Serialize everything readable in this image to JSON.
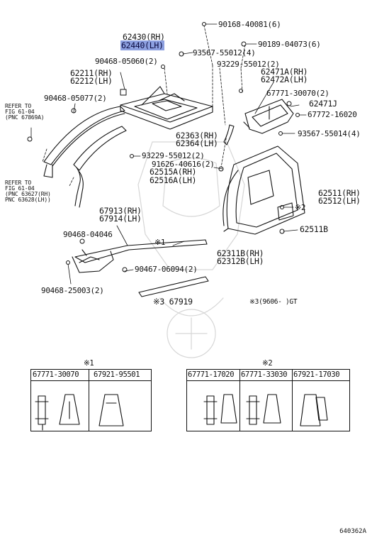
{
  "diagram_id": "640362A",
  "callouts": [
    {
      "id": "c1",
      "text": "90168-40081(6)"
    },
    {
      "id": "c2",
      "text": "62430(RH)"
    },
    {
      "id": "c3",
      "text": "62440(LH)",
      "highlight": true
    },
    {
      "id": "c4",
      "text": "90189-04073(6)"
    },
    {
      "id": "c5",
      "text": "93567-55012(4)"
    },
    {
      "id": "c6",
      "text": "90468-05060(2)"
    },
    {
      "id": "c7",
      "text": "93229-55012(2)"
    },
    {
      "id": "c8",
      "text": "62211(RH)"
    },
    {
      "id": "c9",
      "text": "62212(LH)"
    },
    {
      "id": "c10",
      "text": "62471A(RH)"
    },
    {
      "id": "c11",
      "text": "62472A(LH)"
    },
    {
      "id": "c12",
      "text": "90468-05077(2)"
    },
    {
      "id": "c13",
      "text": "67771-30070(2)"
    },
    {
      "id": "c14",
      "text": "62471J"
    },
    {
      "id": "c15",
      "text": "67772-16020"
    },
    {
      "id": "c16",
      "text": "93567-55014(4)"
    },
    {
      "id": "c17",
      "text": "62363(RH)"
    },
    {
      "id": "c18",
      "text": "62364(LH)"
    },
    {
      "id": "c19",
      "text": "93229-55012(2)"
    },
    {
      "id": "c20",
      "text": "91626-40616(2)"
    },
    {
      "id": "c21",
      "text": "62515A(RH)"
    },
    {
      "id": "c22",
      "text": "62516A(LH)"
    },
    {
      "id": "c23",
      "text": "62511(RH)"
    },
    {
      "id": "c24",
      "text": "62512(LH)"
    },
    {
      "id": "c25",
      "text": "※2"
    },
    {
      "id": "c26",
      "text": "62511B"
    },
    {
      "id": "c27",
      "text": "67913(RH)"
    },
    {
      "id": "c28",
      "text": "67914(LH)"
    },
    {
      "id": "c29",
      "text": "90468-04046"
    },
    {
      "id": "c30",
      "text": "※1"
    },
    {
      "id": "c31",
      "text": "62311B(RH)"
    },
    {
      "id": "c32",
      "text": "62312B(LH)"
    },
    {
      "id": "c33",
      "text": "90467-06094(2)"
    },
    {
      "id": "c34",
      "text": "90468-25003(2)"
    },
    {
      "id": "c35",
      "text": "※3 67919"
    },
    {
      "id": "c36",
      "text": "※3(9606-     )GT"
    }
  ],
  "refs": [
    {
      "id": "r1",
      "lines": [
        "REFER TO",
        "FIG 61-04",
        "(PNC 67869A)"
      ]
    },
    {
      "id": "r2",
      "lines": [
        "REFER TO",
        "FIG 61-04",
        "(PNC 63627(RH)",
        "PNC 63628(LH))"
      ]
    }
  ],
  "table1": {
    "mark": "※1",
    "cells": [
      "67771-30070",
      "67921-95501"
    ]
  },
  "table2": {
    "mark": "※2",
    "cells": [
      "67771-17020",
      "67771-33030",
      "67921-17030"
    ]
  }
}
